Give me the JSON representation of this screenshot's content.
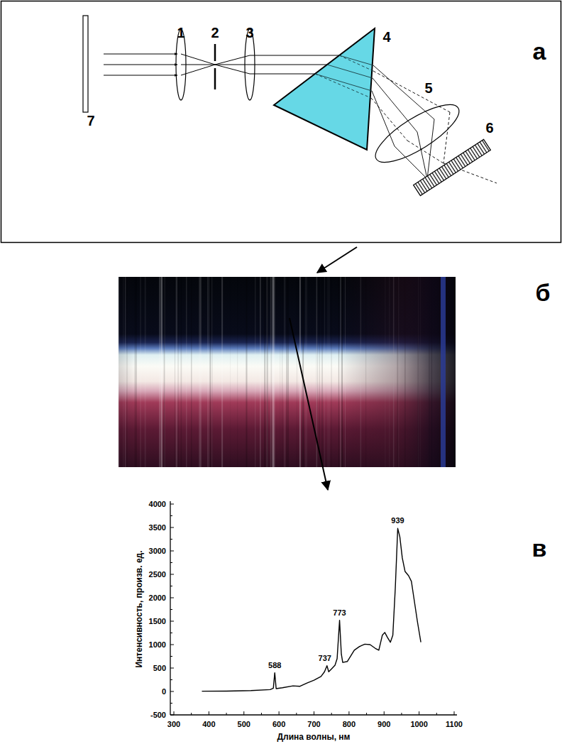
{
  "diagram": {
    "labels": [
      "7",
      "1",
      "2",
      "3",
      "4",
      "5",
      "6",
      "а",
      "б",
      "588",
      "737",
      "773",
      "939",
      "4000",
      "3500",
      "3000",
      "2500",
      "2000",
      "1500",
      "1000",
      "500",
      "0",
      "-500",
      "300",
      "400",
      "500",
      "600",
      "700",
      "800",
      "900",
      "1000",
      "1100",
      "в",
      "Интенсивность, произв. ед.",
      "Длина волны, нм"
    ]
  }
}
